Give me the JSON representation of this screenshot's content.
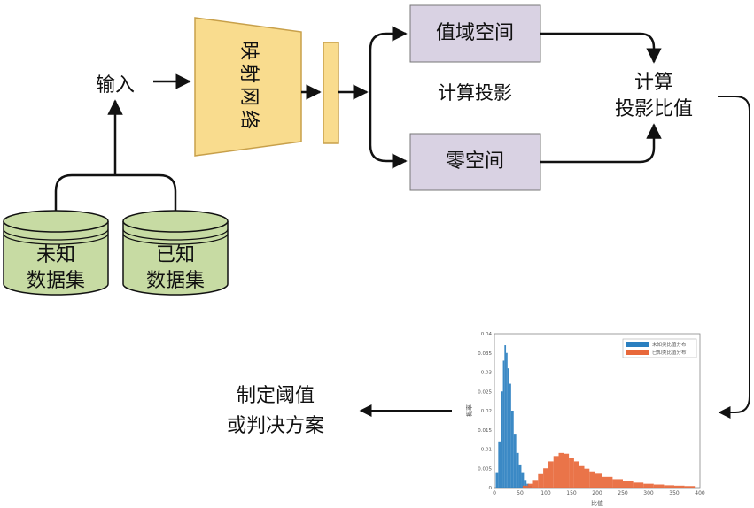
{
  "input_label": "输入",
  "network_label": "映射网络",
  "range_space": "值域空间",
  "null_space": "零空间",
  "compute_projection": "计算投影",
  "ratio_label": [
    "计算",
    "投影比值"
  ],
  "unknown_dataset": [
    "未知",
    "数据集"
  ],
  "known_dataset": [
    "已知",
    "数据集"
  ],
  "decision_label": [
    "制定阈值",
    "或判决方案"
  ],
  "colors": {
    "network_fill": "#f9dc8e",
    "network_stroke": "#c8a04a",
    "space_fill": "#d9d2e3",
    "db_fill": "#c7dba3",
    "series_unknown": "#2a7fc0",
    "series_known": "#e8683a"
  },
  "chart_data": {
    "type": "bar",
    "xlabel": "比值",
    "ylabel": "概率",
    "xlim": [
      0,
      400
    ],
    "ylim": [
      0,
      0.04
    ],
    "xticks": [
      "0",
      "50",
      "100",
      "150",
      "200",
      "250",
      "300",
      "350",
      "400"
    ],
    "yticks": [
      "0",
      "0.005",
      "0.01",
      "0.015",
      "0.02",
      "0.025",
      "0.03",
      "0.035",
      "0.04"
    ],
    "legend_position": "top-right",
    "series": [
      {
        "name": "未知类比值分布",
        "color": "#2a7fc0",
        "x": [
          5,
          10,
          15,
          18,
          21,
          24,
          27,
          30,
          35,
          40,
          45,
          50,
          55,
          60,
          65,
          70
        ],
        "values": [
          0.004,
          0.012,
          0.025,
          0.033,
          0.037,
          0.035,
          0.031,
          0.027,
          0.02,
          0.014,
          0.009,
          0.006,
          0.004,
          0.002,
          0.001,
          0.0005
        ]
      },
      {
        "name": "已知类比值分布",
        "color": "#e8683a",
        "x": [
          60,
          70,
          80,
          90,
          100,
          110,
          120,
          130,
          140,
          150,
          160,
          170,
          180,
          190,
          200,
          220,
          240,
          260,
          280,
          300,
          320,
          340,
          360,
          380
        ],
        "values": [
          0.0005,
          0.001,
          0.002,
          0.0035,
          0.005,
          0.0068,
          0.0082,
          0.009,
          0.0088,
          0.0078,
          0.0068,
          0.0058,
          0.0049,
          0.0042,
          0.0036,
          0.0028,
          0.0022,
          0.0017,
          0.0013,
          0.001,
          0.0008,
          0.0006,
          0.0005,
          0.0004
        ]
      }
    ]
  }
}
